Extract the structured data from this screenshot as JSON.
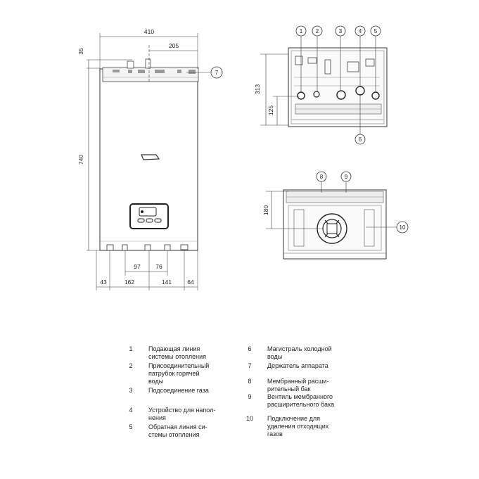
{
  "dimensions": {
    "width": "410",
    "right_half": "205",
    "top_offset": "35",
    "height": "740",
    "pipe_spacing_1": "97",
    "pipe_spacing_2": "76",
    "bottom_1": "43",
    "bottom_2": "162",
    "bottom_3": "141",
    "bottom_4": "64",
    "top_view_depth": "313",
    "top_view_pipe": "125",
    "bottom_view_depth": "180"
  },
  "callouts": [
    "1",
    "2",
    "3",
    "4",
    "5",
    "6",
    "7",
    "8",
    "9",
    "10"
  ],
  "legend": [
    {
      "num": "1",
      "lines": [
        "Подающая линия",
        "системы отопления"
      ]
    },
    {
      "num": "2",
      "lines": [
        "Присоединительный",
        "патрубок горячей",
        "воды"
      ]
    },
    {
      "num": "3",
      "lines": [
        "Подсоединение газа"
      ]
    },
    {
      "num": "4",
      "lines": [
        "Устройство для напол-",
        "нения"
      ]
    },
    {
      "num": "5",
      "lines": [
        "Обратная линия си-",
        "стемы отопления"
      ]
    },
    {
      "num": "6",
      "lines": [
        "Магистраль холодной",
        "воды"
      ]
    },
    {
      "num": "7",
      "lines": [
        "Держатель аппарата"
      ]
    },
    {
      "num": "8",
      "lines": [
        "Мембранный расши-",
        "рительный бак"
      ]
    },
    {
      "num": "9",
      "lines": [
        "Вентиль мембранного",
        "расширительного бака"
      ]
    },
    {
      "num": "10",
      "lines": [
        "Подключение для",
        "удаления отходящих",
        "газов"
      ]
    }
  ]
}
